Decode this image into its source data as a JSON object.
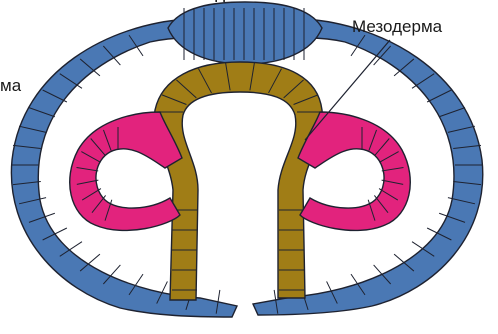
{
  "labels": {
    "mesoderm": "Мезодерма",
    "ectoderm_fragment": "ма",
    "top_fragment": "Н"
  },
  "colors": {
    "ectoderm": "#4a78b4",
    "endoderm": "#a07d16",
    "mesoderm": "#e2237d",
    "outline": "#1e2230",
    "background": "#ffffff"
  }
}
